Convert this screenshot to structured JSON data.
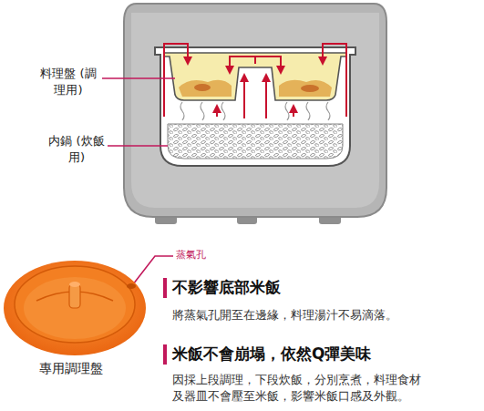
{
  "diagram": {
    "labels": [
      "料理盤 (調理用)",
      "内鍋 (炊飯用)",
      "蒸氣孔",
      "專用調理盤",
      "不影響底部米飯",
      "將蒸氣孔開至在邊緣，料理湯汁不易滴落。",
      "米飯不會崩塌，依然Q彈美味",
      "因採上段調理，下段炊飯，分別烹煮，料理食材及器皿不會壓至米飯，影響米飯口感及外觀。"
    ]
  }
}
